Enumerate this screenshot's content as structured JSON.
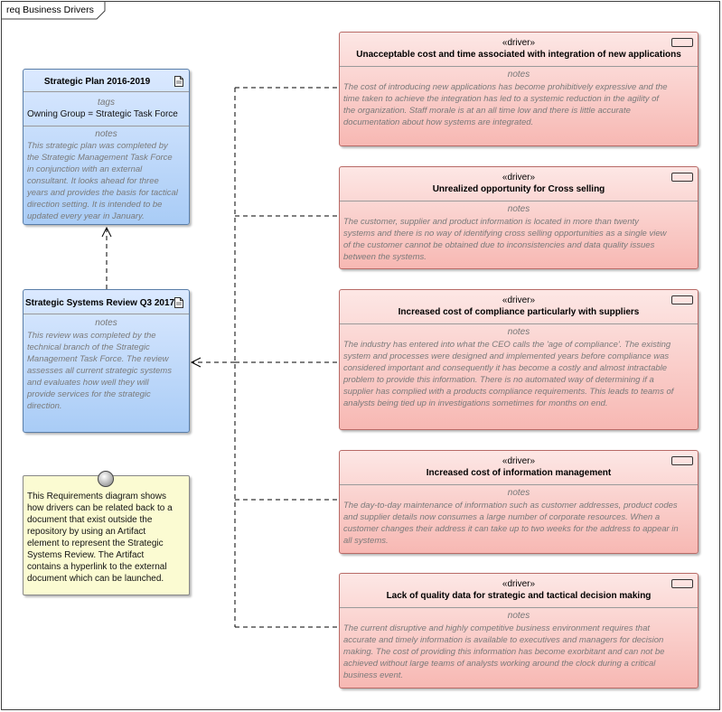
{
  "diagram": {
    "frame_title": "req Business Drivers"
  },
  "artifacts": {
    "strategic_plan": {
      "title": "Strategic Plan 2016-2019",
      "tags_label": "tags",
      "tag": "Owning Group = Strategic Task Force",
      "notes_label": "notes",
      "notes": "This strategic plan was completed by\nthe Strategic Management Task Force\nin conjunction with an external\nconsultant. It looks ahead for three\nyears and provides the basis for tactical\ndirection setting. It is intended to be\nupdated every year in January."
    },
    "systems_review": {
      "title": "Strategic Systems Review Q3 2017",
      "notes_label": "notes",
      "notes": "This review was completed by the\ntechnical branch of the Strategic\nManagement Task Force. The review\nassesses all current strategic systems\nand evaluates how well they will\nprovide services for the strategic\ndirection."
    }
  },
  "note": {
    "text": "This Requirements diagram shows\nhow drivers can be related back to a\ndocument that exist outside the\nrepository by using an Artifact\nelement to represent the Strategic\nSystems Review. The Artifact\ncontains a hyperlink to the external\ndocument which can be launched."
  },
  "drivers": [
    {
      "stereotype": "«driver»",
      "title": "Unacceptable cost and time associated with integration of new applications",
      "notes_label": "notes",
      "notes": "The cost of introducing new applications has become prohibitively expressive and the\ntime taken to achieve the integration has led to a systemic reduction in the agility of\nthe organization. Staff morale is at an all time low and there is little accurate\ndocumentation about how systems are integrated."
    },
    {
      "stereotype": "«driver»",
      "title": "Unrealized opportunity for Cross selling",
      "notes_label": "notes",
      "notes": "The customer, supplier and product information is located in more than twenty\nsystems and there is no way of identifying cross selling opportunities as a single view\nof the customer cannot be obtained due to inconsistencies and data quality issues\nbetween the systems."
    },
    {
      "stereotype": "«driver»",
      "title": "Increased cost of compliance particularly with suppliers",
      "notes_label": "notes",
      "notes": "The industry has entered into what the CEO calls the 'age of compliance'. The existing\nsystem and processes were designed and implemented years before compliance was\nconsidered important and consequently it has become a costly and almost intractable\nproblem to provide this information. There is no automated way of determining if a\nsupplier has complied with a products compliance requirements. This leads to teams of\nanalysts being tied up in investigations sometimes for months on end."
    },
    {
      "stereotype": "«driver»",
      "title": "Increased cost of information management",
      "notes_label": "notes",
      "notes": "The day-to-day maintenance of information such as customer addresses, product codes\nand  supplier details now consumes a large number of corporate resources.  When a\ncustomer changes their address it can take up to two weeks for the address to appear in\nall systems."
    },
    {
      "stereotype": "«driver»",
      "title": "Lack of quality data for strategic and tactical decision making",
      "notes_label": "notes",
      "notes": "The current disruptive and highly competitive business environment requires that\naccurate and timely information is available to executives and managers for decision\nmaking. The cost of providing this information has become exorbitant and can not be\nachieved without large teams of analysts working around the clock during a critical\nbusiness event."
    }
  ]
}
